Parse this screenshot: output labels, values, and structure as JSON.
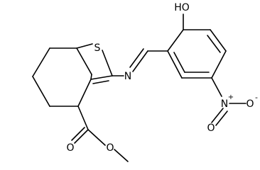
{
  "atoms": {
    "hydroxyl": "HO",
    "sulfur": "S",
    "imine_nitrogen": "N",
    "nitro_nitrogen": "N",
    "nitro_plus": "+",
    "nitro_oxygen_anion": "O",
    "nitro_minus": "-",
    "nitro_oxygen": "O",
    "carbonyl_oxygen": "O",
    "ester_oxygen": "O"
  },
  "colors": {
    "ink": "#000000",
    "background": "#ffffff"
  }
}
